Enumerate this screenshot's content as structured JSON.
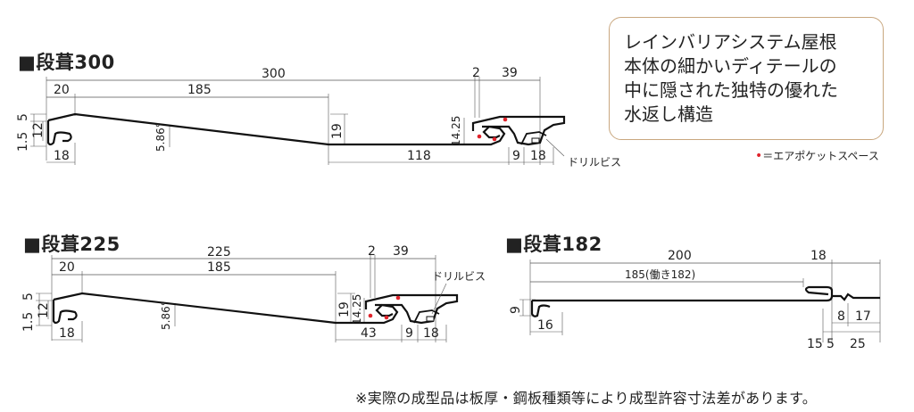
{
  "note": {
    "lines": [
      "レインバリアシステム屋根",
      "本体の細かいディテールの",
      "中に隠された独特の優れた",
      "水返し構造"
    ]
  },
  "legend": {
    "marker": "•",
    "text": "＝エアポケットスペース",
    "marker_color": "#e0242c"
  },
  "footer": "※実際の成型品は板厚・鋼板種類等により成型許容寸法差があります。",
  "profiles": [
    {
      "title": "■段葺300",
      "dims": {
        "total": "300",
        "d20": "20",
        "d185": "185",
        "d2": "2",
        "d39": "39",
        "h5": "5",
        "h15": "1.5",
        "h12": "12",
        "d18a": "18",
        "angle": "5.86°",
        "h19": "19",
        "h1425": "14.25",
        "d118": "118",
        "d9": "9",
        "d18b": "18"
      },
      "label_drill": "ドリルビス"
    },
    {
      "title": "■段葺225",
      "dims": {
        "total": "225",
        "d20": "20",
        "d185": "185",
        "d2": "2",
        "d39": "39",
        "h5": "5",
        "h15": "1.5",
        "h12": "12",
        "d18a": "18",
        "angle": "5.86°",
        "h19": "19",
        "h1425": "14.25",
        "d43": "43",
        "d9": "9",
        "d18b": "18"
      },
      "label_drill": "ドリルビス"
    },
    {
      "title": "■段葺182",
      "dims": {
        "d200": "200",
        "d18top": "18",
        "d185": "185(働き182)",
        "h9": "9",
        "d16": "16",
        "d8": "8",
        "d17": "17",
        "d15": "15",
        "d5": "5",
        "d25": "25"
      }
    }
  ]
}
